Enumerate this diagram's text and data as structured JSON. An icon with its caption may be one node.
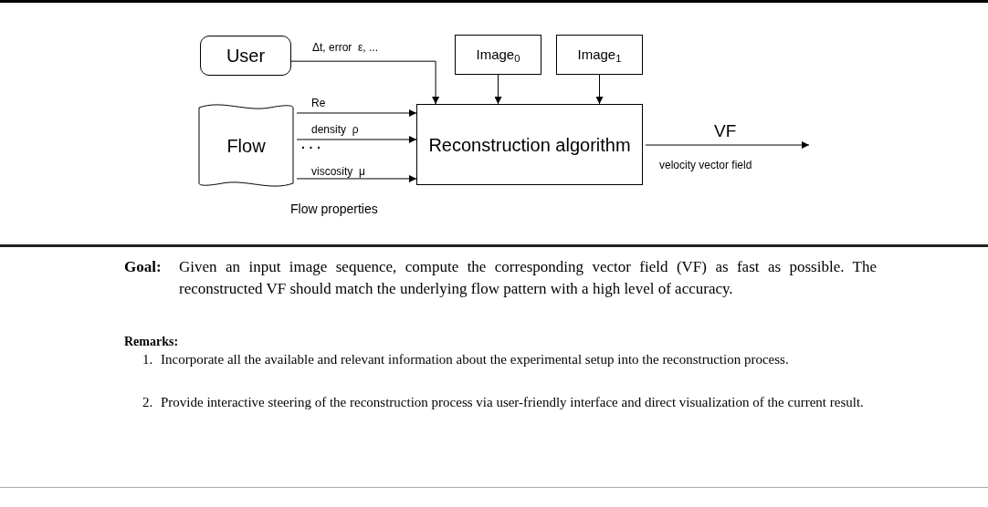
{
  "diagram": {
    "nodes": [
      {
        "text": [
          "User"
        ]
      },
      {
        "text": [
          "Image$_{0}$"
        ]
      },
      {
        "text": [
          "Image$_{1}$"
        ]
      },
      {
        "text": [
          "Flow"
        ],
        "beside": [
          "Flow properties"
        ]
      },
      {
        "text": [
          "Reconstruction algorithm"
        ]
      }
    ],
    "edges": [
      {
        "from": 0,
        "to": 4,
        "arrow": "to",
        "label": "Δt, error  ε, ..."
      },
      {
        "from": 1,
        "to": 4,
        "arrow": "to"
      },
      {
        "from": 2,
        "to": 4,
        "arrow": "to"
      },
      {
        "from": 3,
        "to": 4,
        "arrow": "to",
        "label": "Re"
      },
      {
        "from": 3,
        "to": 4,
        "arrow": "to",
        "label": "density  ρ"
      },
      {
        "from": 3,
        "to": 4,
        "arrow": "to",
        "label": "viscosity  μ"
      },
      {
        "from": 4,
        "to": null,
        "arrow": "to",
        "label": "VF"
      }
    ],
    "labels": [
      "· · ·",
      "velocity vector field",
      "Goal:",
      "Given an input image sequence, compute the corresponding vector field (VF) as fast as possible. The reconstructed VF should match the underlying flow pattern with a high level of accuracy.",
      "Remarks:",
      "1.",
      "Incorporate all the available and relevant information about the experimental setup into the reconstruction process.",
      "2.",
      "Provide interactive steering of the reconstruction process via user-friendly interface and direct visualization of the current result."
    ]
  }
}
